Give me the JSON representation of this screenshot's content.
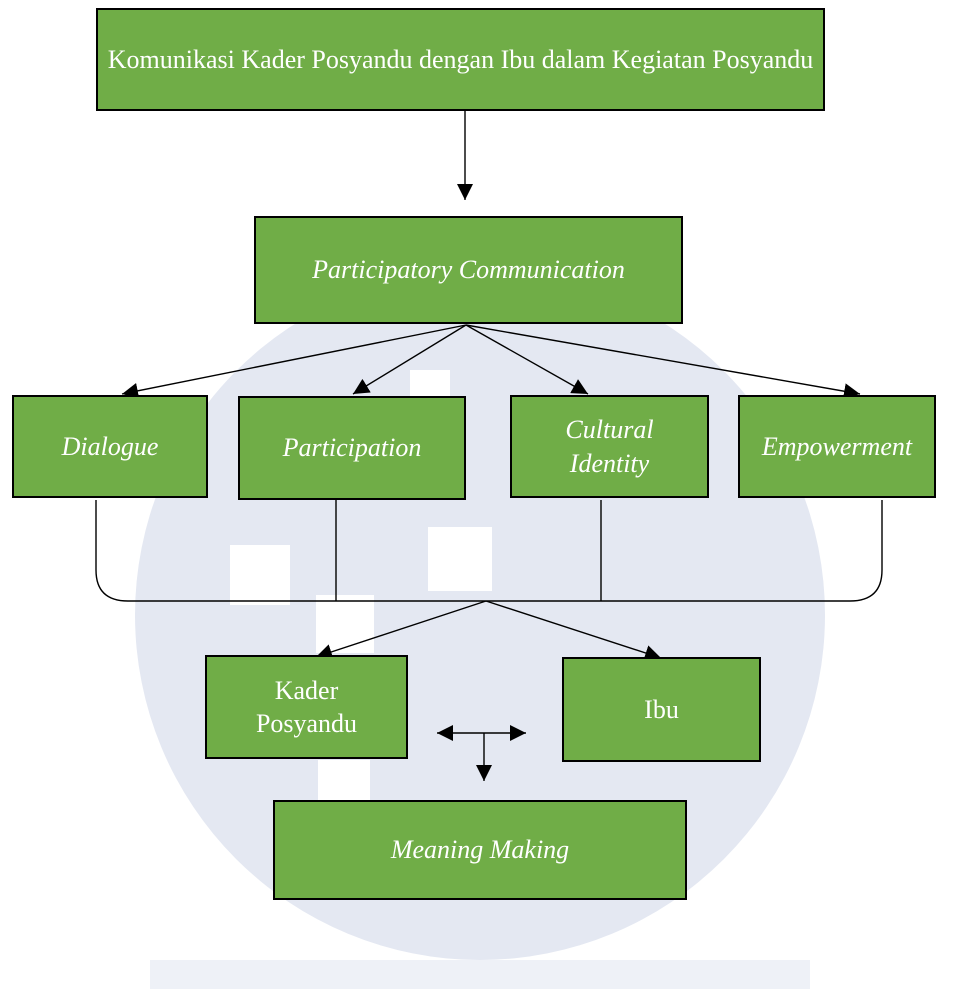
{
  "diagram": {
    "nodes": {
      "title": "Komunikasi Kader Posyandu dengan Ibu dalam Kegiatan Posyandu",
      "participatory_communication": "Participatory Communication",
      "dialogue": "Dialogue",
      "participation": "Participation",
      "cultural_identity_line1": "Cultural",
      "cultural_identity_line2": "Identity",
      "empowerment": "Empowerment",
      "kader_posyandu_line1": "Kader",
      "kader_posyandu_line2": "Posyandu",
      "ibu": "Ibu",
      "meaning_making": "Meaning Making"
    },
    "edges": [
      {
        "from": "title",
        "to": "participatory_communication",
        "type": "arrow"
      },
      {
        "from": "participatory_communication",
        "to": "dialogue",
        "type": "arrow"
      },
      {
        "from": "participatory_communication",
        "to": "participation",
        "type": "arrow"
      },
      {
        "from": "participatory_communication",
        "to": "cultural_identity",
        "type": "arrow"
      },
      {
        "from": "participatory_communication",
        "to": "empowerment",
        "type": "arrow"
      },
      {
        "from": [
          "dialogue",
          "participation",
          "cultural_identity",
          "empowerment"
        ],
        "to": "bracket",
        "type": "line"
      },
      {
        "from": "bracket",
        "to": "kader_posyandu",
        "type": "arrow"
      },
      {
        "from": "bracket",
        "to": "ibu",
        "type": "arrow"
      },
      {
        "from": "kader_posyandu",
        "to": "ibu",
        "type": "double-arrow"
      },
      {
        "from": "double-arrow",
        "to": "meaning_making",
        "type": "arrow"
      }
    ],
    "colors": {
      "box_fill": "#70ad47",
      "box_border": "#000000",
      "box_text": "#ffffff",
      "line": "#000000",
      "watermark": "#dfe4f0"
    }
  }
}
